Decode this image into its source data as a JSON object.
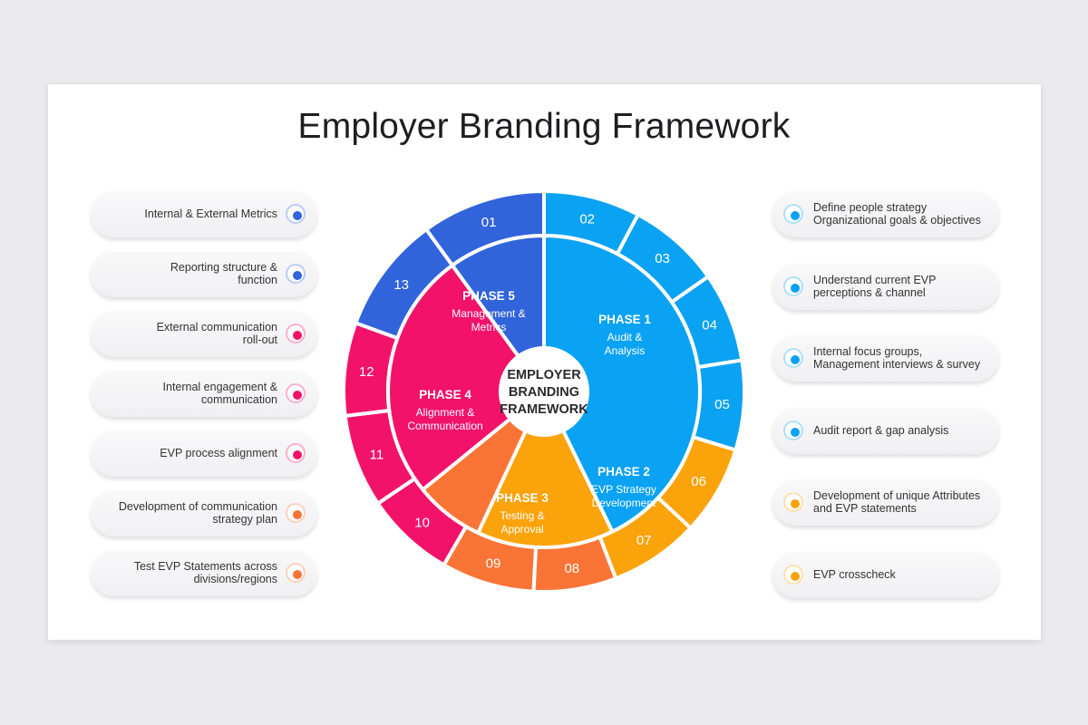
{
  "title": "Employer Branding Framework",
  "center": {
    "line1": "EMPLOYER",
    "line2": "BRANDING",
    "line3": "FRAMEWORK"
  },
  "colors": {
    "phase1": "#0aa2f2",
    "phase2": "#fba30a",
    "phase3": "#fa7436",
    "phase4": "#f2126a",
    "phase5": "#3163da"
  },
  "phases": [
    {
      "title": "PHASE 1",
      "sub1": "Audit &",
      "sub2": "Analysis"
    },
    {
      "title": "PHASE 2",
      "sub1": "EVP Strategy",
      "sub2": "Development"
    },
    {
      "title": "PHASE 3",
      "sub1": "Testing &",
      "sub2": "Approval"
    },
    {
      "title": "PHASE 4",
      "sub1": "Alignment &",
      "sub2": "Communication"
    },
    {
      "title": "PHASE 5",
      "sub1": "Management &",
      "sub2": "Metrics"
    }
  ],
  "steps": [
    "01",
    "02",
    "03",
    "04",
    "05",
    "06",
    "07",
    "08",
    "09",
    "10",
    "11",
    "12",
    "13"
  ],
  "left_items": [
    {
      "line1": "Internal & External Metrics",
      "line2": "",
      "color": "#3163da"
    },
    {
      "line1": "Reporting structure &",
      "line2": "function",
      "color": "#3163da"
    },
    {
      "line1": "External communication",
      "line2": "roll-out",
      "color": "#f2126a"
    },
    {
      "line1": "Internal engagement &",
      "line2": "communication",
      "color": "#f2126a"
    },
    {
      "line1": "EVP process alignment",
      "line2": "",
      "color": "#f2126a"
    },
    {
      "line1": "Development of communication",
      "line2": "strategy plan",
      "color": "#fa7436"
    },
    {
      "line1": "Test EVP Statements across",
      "line2": "divisions/regions",
      "color": "#fa7436"
    }
  ],
  "right_items": [
    {
      "line1": "Define people strategy",
      "line2": "Organizational goals & objectives",
      "color": "#0aa2f2"
    },
    {
      "line1": "Understand current EVP",
      "line2": "perceptions & channel",
      "color": "#0aa2f2"
    },
    {
      "line1": "Internal focus groups,",
      "line2": "Management interviews & survey",
      "color": "#0aa2f2"
    },
    {
      "line1": "Audit report & gap analysis",
      "line2": "",
      "color": "#0aa2f2"
    },
    {
      "line1": "Development of unique Attributes",
      "line2": "and EVP statements",
      "color": "#fba30a"
    },
    {
      "line1": "EVP crosscheck",
      "line2": "",
      "color": "#fba30a"
    }
  ]
}
